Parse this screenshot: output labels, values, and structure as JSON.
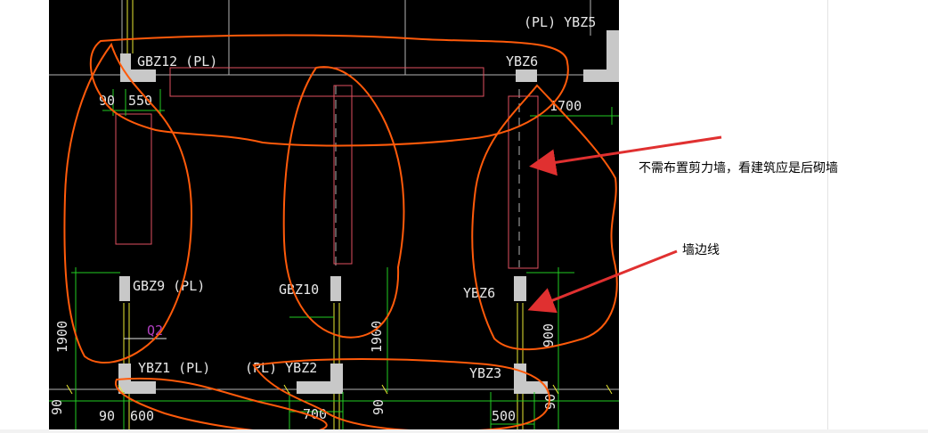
{
  "drawing": {
    "labels": {
      "ybz5": "(PL) YBZ5",
      "gbz12": "GBZ12 (PL)",
      "ybz6_top": "YBZ6",
      "gbz9": "GBZ9 (PL)",
      "gbz10": "GBZ10",
      "ybz6_mid": "YBZ6",
      "ybz1": "YBZ1 (PL)",
      "ybz2": "(PL)  YBZ2",
      "ybz3": "YBZ3",
      "q2": "Q2"
    },
    "dimensions": {
      "d90_top": "90",
      "d550": "550",
      "d1700": "1700",
      "d1900_left": "1900",
      "d1900_mid": "1900",
      "d900": "900",
      "d90_bl": "90",
      "d90_b": "90",
      "d600": "600",
      "d700": "700",
      "d90_mid": "90",
      "d500": "500",
      "d90_right": "90"
    },
    "colors": {
      "background": "#000000",
      "column": "#c8c8c8",
      "wall_outline": "#e0505f",
      "markup": "#ff5a0a",
      "dimension": "#22cc22",
      "label": "#e8e8e8",
      "axis": "#b4b4b4",
      "q2": "#b040c0",
      "arrow": "#e03030"
    }
  },
  "annotations": {
    "note1": "不需布置剪力墙，看建筑应是后砌墙",
    "note2": "墙边线"
  }
}
